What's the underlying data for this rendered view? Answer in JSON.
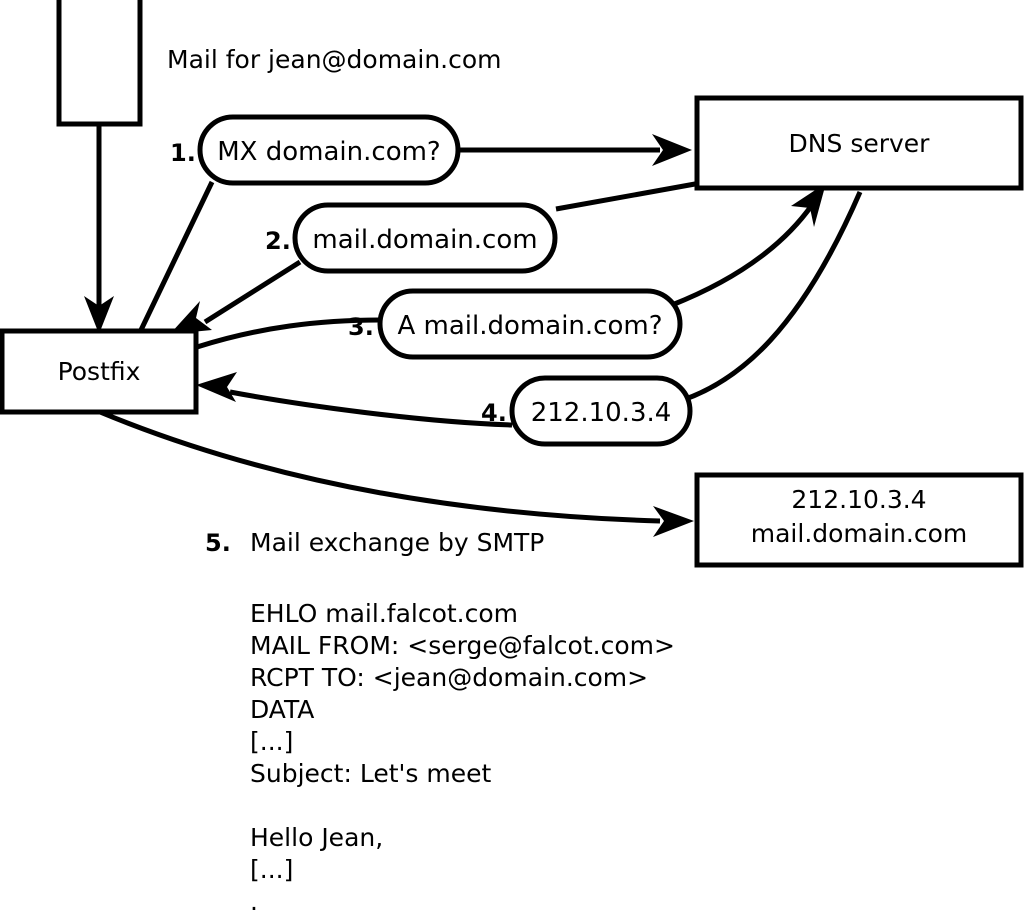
{
  "diagram": {
    "title_caption": "Mail for jean@domain.com",
    "nodes": [
      {
        "id": "mail-client",
        "label": ""
      },
      {
        "id": "postfix",
        "label": "Postfix"
      },
      {
        "id": "dns-server",
        "label": "DNS server"
      },
      {
        "id": "target-server",
        "label_line1": "212.10.3.4",
        "label_line2": "mail.domain.com"
      }
    ],
    "steps": [
      {
        "num": "1.",
        "bubble": "MX domain.com?"
      },
      {
        "num": "2.",
        "bubble": "mail.domain.com"
      },
      {
        "num": "3.",
        "bubble": "A mail.domain.com?"
      },
      {
        "num": "4.",
        "bubble": "212.10.3.4"
      },
      {
        "num": "5.",
        "caption": "Mail exchange by SMTP"
      }
    ],
    "smtp_transcript": [
      "EHLO mail.falcot.com",
      "MAIL FROM: <serge@falcot.com>",
      "RCPT TO: <jean@domain.com>",
      "DATA",
      "[...]",
      "Subject: Let's meet",
      "",
      "Hello Jean,",
      "[...]",
      "",
      "."
    ],
    "colors": {
      "stroke": "#000000",
      "fill": "#ffffff"
    }
  }
}
